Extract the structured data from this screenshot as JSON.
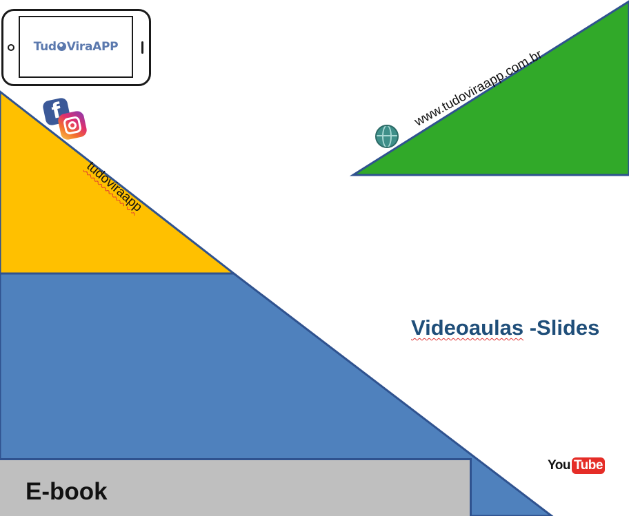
{
  "brand": {
    "logo_part1": "Tud",
    "logo_part2": "ViraAPP",
    "social_handle": "tudoviraapp",
    "website": "www.tudoviraapp.com.br"
  },
  "content": {
    "subtitle_part1": "Videoaulas",
    "subtitle_part2": " -Slides",
    "ebook_label": "E-book"
  },
  "youtube": {
    "you": "You",
    "tube": "Tube"
  },
  "colors": {
    "yellow": "#ffc000",
    "blue": "#4f81bd",
    "green": "#31a929",
    "gray": "#bfbfbf",
    "outline": "#2f528f",
    "title_text": "#1f4e79"
  },
  "icons": [
    "facebook-icon",
    "instagram-icon",
    "globe-icon",
    "youtube-logo"
  ]
}
